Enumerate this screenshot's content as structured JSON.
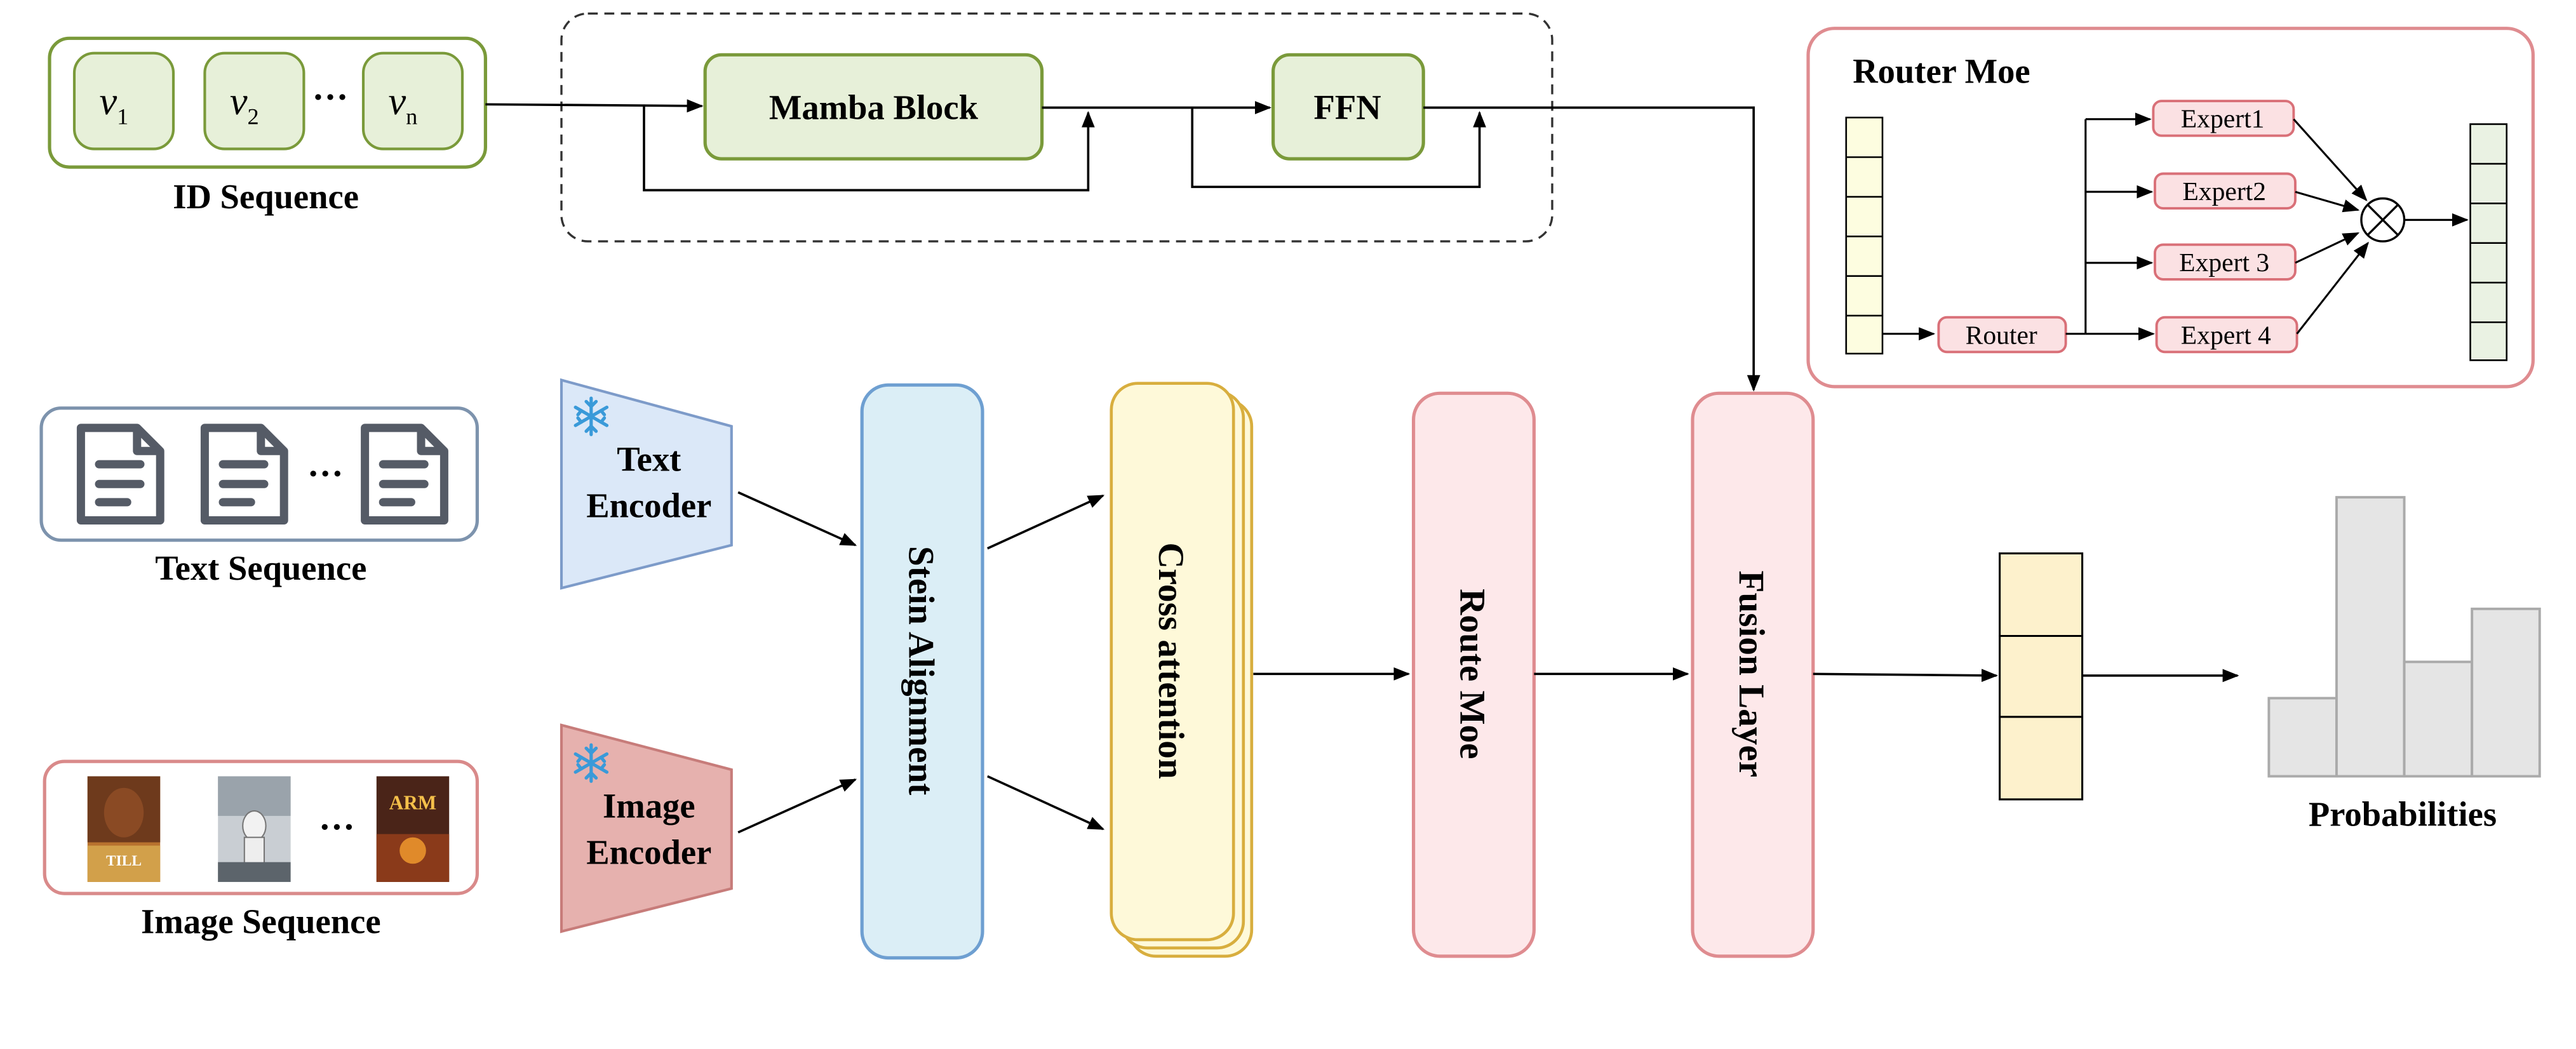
{
  "colors": {
    "id_border": "#7a9a3a",
    "id_fill": "#e7f0d9",
    "text_border": "#7d93ad",
    "image_border": "#d98a8a",
    "text_encoder_fill": "#dbe8f8",
    "text_encoder_border": "#7d9bc9",
    "image_encoder_fill": "#e6b1ae",
    "image_encoder_border": "#c77c7a",
    "stein_fill": "#dbeef6",
    "stein_border": "#6e9fd1",
    "cross_fill": "#fef9d9",
    "cross_border": "#d8ae3e",
    "route_fill": "#fde8ea",
    "route_border": "#df8c90",
    "router_fill": "#fbe1e3",
    "router_border": "#d97078",
    "vec_yellow": "#fdfde0",
    "vec_green": "#eaf2e3",
    "out_vec_fill": "#fdf1cc",
    "bar_fill": "#e5e5e5",
    "bar_border": "#aaaaaa",
    "snowflake": "#3a9ad9"
  },
  "id_sequence": {
    "label": "ID Sequence",
    "items": [
      {
        "base": "v",
        "sub": "1"
      },
      {
        "base": "v",
        "sub": "2"
      },
      {
        "base": "v",
        "sub": "n"
      }
    ],
    "ellipsis": "···"
  },
  "text_sequence": {
    "label": "Text Sequence",
    "icon": "document-icon",
    "ellipsis": "···"
  },
  "image_sequence": {
    "label": "Image Sequence",
    "ellipsis": "···",
    "posters": [
      {
        "caption": "TILL",
        "icon": "portrait-poster"
      },
      {
        "caption": "",
        "icon": "astronaut-poster"
      },
      {
        "caption": "ARM",
        "icon": "action-poster"
      }
    ]
  },
  "mamba": {
    "block": "Mamba Block",
    "ffn": "FFN"
  },
  "encoders": {
    "text_line1": "Text",
    "text_line2": "Encoder",
    "image_line1": "Image",
    "image_line2": "Encoder",
    "frozen_icon": "snowflake-icon"
  },
  "modules": {
    "stein": "Stein Alignment",
    "cross": "Cross attention",
    "route": "Route Moe",
    "fusion": "Fusion Layer"
  },
  "router_moe": {
    "title": "Router Moe",
    "router": "Router",
    "experts": [
      "Expert1",
      "Expert2",
      "Expert 3",
      "Expert 4"
    ],
    "combine_icon": "circle-times-icon"
  },
  "output": {
    "label": "Probabilities",
    "chart_data": {
      "type": "bar",
      "values": [
        0.28,
        1.0,
        0.41,
        0.6
      ],
      "ylim": [
        0,
        1
      ]
    }
  }
}
